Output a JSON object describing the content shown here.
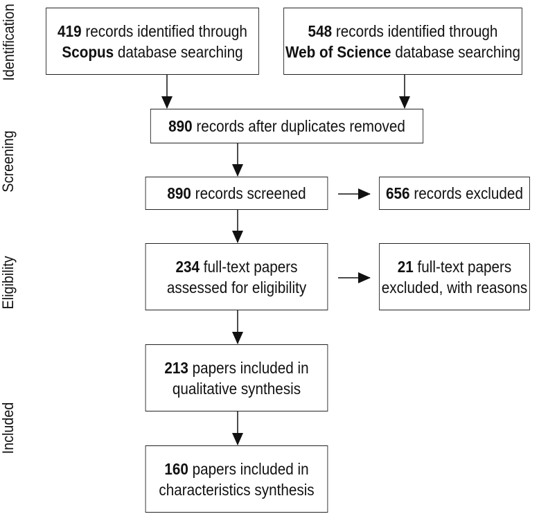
{
  "stages": {
    "identification": "Identification",
    "screening": "Screening",
    "eligibility": "Eligibility",
    "included": "Included"
  },
  "boxes": {
    "scopus": {
      "line1_num": "419",
      "line1_text": " records identified through",
      "line2_bold": "Scopus",
      "line2_text": " database searching"
    },
    "wos": {
      "line1_num": "548",
      "line1_text": " records identified through",
      "line2_bold": "Web of Science",
      "line2_text": " database searching"
    },
    "dedup": {
      "num": "890",
      "text": " records after duplicates removed"
    },
    "screened": {
      "num": "890",
      "text": " records screened"
    },
    "excluded": {
      "num": "656",
      "text": " records excluded"
    },
    "fulltext": {
      "num": "234",
      "line1_text": " full-text papers",
      "line2": "assessed for eligibility"
    },
    "fulltext_excluded": {
      "num": "21",
      "line1_text": " full-text papers",
      "line2": "excluded, with reasons"
    },
    "qualitative": {
      "num": "213",
      "line1_text": " papers included in",
      "line2": "qualitative synthesis"
    },
    "characteristics": {
      "num": "160",
      "line1_text": " papers included in",
      "line2": "characteristics synthesis"
    }
  }
}
